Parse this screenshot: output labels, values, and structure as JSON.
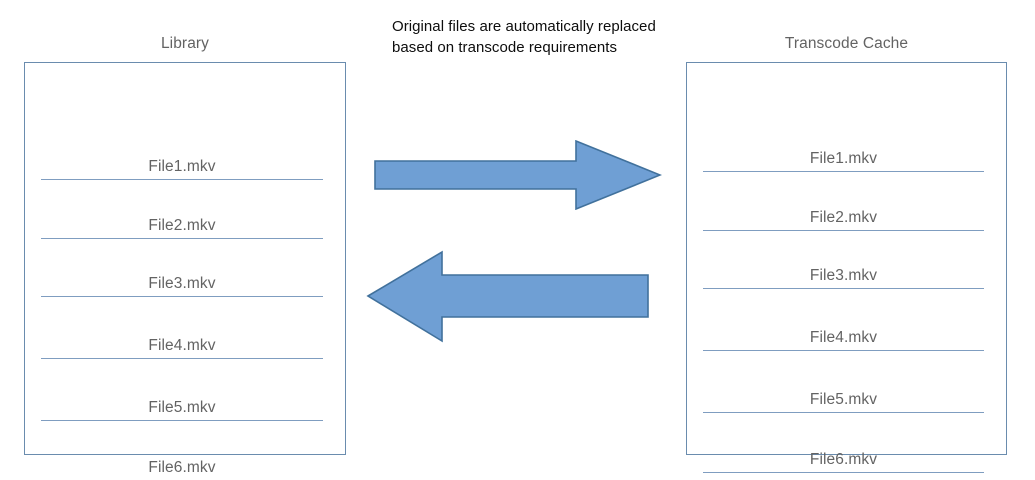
{
  "diagram": {
    "caption": "Original files are automatically replaced based on transcode requirements",
    "colors": {
      "arrow_fill": "#6f9fd4",
      "arrow_stroke": "#41719c",
      "panel_border": "#6a8cae",
      "row_rule": "#7f9dc0",
      "text_gray": "#636363",
      "caption_text": "#0d0d0d"
    },
    "left_panel": {
      "title": "Library",
      "files": [
        {
          "name": "File1.mkv"
        },
        {
          "name": "File2.mkv"
        },
        {
          "name": "File3.mkv"
        },
        {
          "name": "File4.mkv"
        },
        {
          "name": "File5.mkv"
        },
        {
          "name": "File6.mkv"
        }
      ]
    },
    "right_panel": {
      "title": "Transcode Cache",
      "files": [
        {
          "name": "File1.mkv"
        },
        {
          "name": "File2.mkv"
        },
        {
          "name": "File3.mkv"
        },
        {
          "name": "File4.mkv"
        },
        {
          "name": "File5.mkv"
        },
        {
          "name": "File6.mkv"
        }
      ]
    },
    "arrows": [
      {
        "id": "library-to-cache",
        "direction": "right",
        "icon": "arrow-right-icon"
      },
      {
        "id": "cache-to-library",
        "direction": "left",
        "icon": "arrow-left-icon"
      }
    ]
  }
}
